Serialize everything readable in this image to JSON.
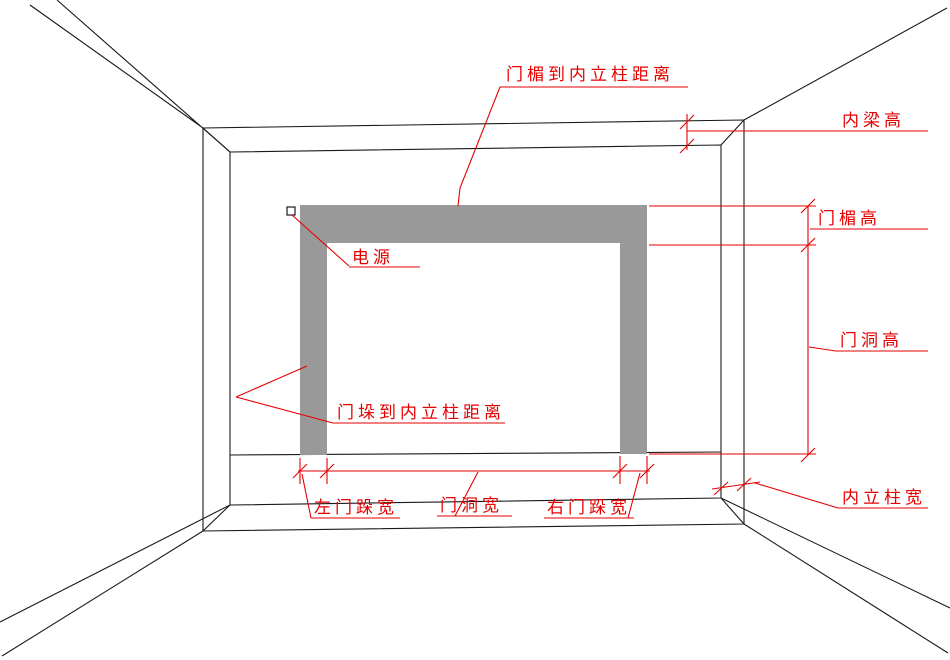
{
  "labels": {
    "lintel_to_inner_column_distance": "门楣到内立柱距离",
    "inner_beam_height": "内梁高",
    "lintel_height": "门楣高",
    "door_opening_height": "门洞高",
    "power_source": "电源",
    "pier_to_inner_column_distance": "门垛到内立柱距离",
    "left_door_pier_width": "左门跺宽",
    "door_opening_width": "门洞宽",
    "right_door_pier_width": "右门跺宽",
    "inner_column_width": "内立柱宽"
  },
  "colors": {
    "annotation_red": "#e60000",
    "line_black": "#1a1a1a",
    "frame_gray": "#999999",
    "background": "#ffffff"
  }
}
